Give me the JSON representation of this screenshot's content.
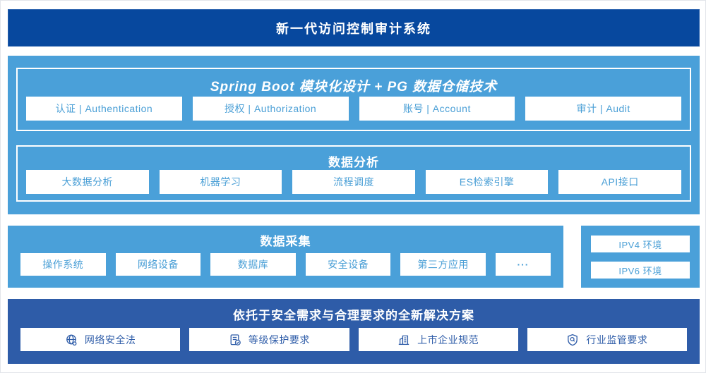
{
  "colors": {
    "banner_dark": "#07489e",
    "solution_dark": "#2e5ca8",
    "light_blue": "#4aa0d9",
    "box_text_light": "#4a9fd6",
    "box_text_dark": "#2e5ca8"
  },
  "header": {
    "title": "新一代访问控制审计系统"
  },
  "platform": {
    "title": "Spring Boot 模块化设计 + PG 数据仓储技术",
    "modules": [
      "认证 | Authentication",
      "授权 | Authorization",
      "账号 | Account",
      "审计 | Audit"
    ]
  },
  "analysis": {
    "title": "数据分析",
    "modules": [
      "大数据分析",
      "机器学习",
      "流程调度",
      "ES检索引擎",
      "API接口"
    ]
  },
  "collection": {
    "title": "数据采集",
    "modules": [
      "操作系统",
      "网络设备",
      "数据库",
      "安全设备",
      "第三方应用",
      "···"
    ]
  },
  "network_env": {
    "items": [
      "IPV4 环境",
      "IPV6 环境"
    ]
  },
  "solution": {
    "title": "依托于安全需求与合理要求的全新解决方案",
    "items": [
      {
        "icon": "globe-icon",
        "label": "网络安全法"
      },
      {
        "icon": "document-check-icon",
        "label": "等级保护要求"
      },
      {
        "icon": "building-icon",
        "label": "上市企业规范"
      },
      {
        "icon": "shield-magnifier-icon",
        "label": "行业监管要求"
      }
    ]
  }
}
